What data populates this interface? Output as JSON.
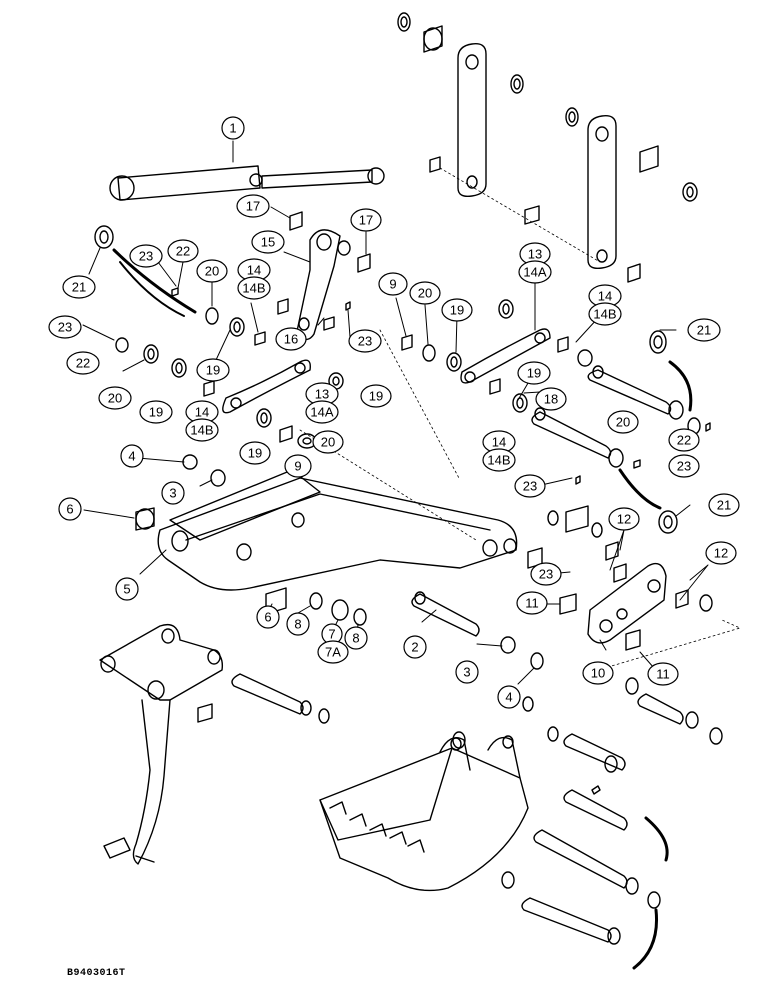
{
  "figure": {
    "code": "B9403016T"
  },
  "callouts": {
    "c1": "1",
    "c17a": "17",
    "c17b": "17",
    "c15": "15",
    "c13a": "13",
    "c14Aa": "14A",
    "c21a": "21",
    "c23a": "23",
    "c22a": "22",
    "c20a": "20",
    "c14a": "14",
    "c14Ba": "14B",
    "c9a": "9",
    "c20b": "20",
    "c19a": "19",
    "c14b": "14",
    "c14Bb": "14B",
    "c21b": "21",
    "c23b": "23",
    "c22b": "22",
    "c16": "16",
    "c23c": "23",
    "c20c": "20",
    "c19b": "19",
    "c19c": "19",
    "c14c": "14",
    "c14Bc": "14B",
    "c13b": "13",
    "c14Ab": "14A",
    "c19d": "19",
    "c19e": "19",
    "c18": "18",
    "c20d": "20",
    "c22c": "22",
    "c23d": "23",
    "c14d": "14",
    "c14Bd": "14B",
    "c4a": "4",
    "c19f": "19",
    "c9b": "9",
    "c20e": "20",
    "c3a": "3",
    "c6a": "6",
    "c23e": "23",
    "c21c": "21",
    "c12a": "12",
    "c5": "5",
    "c23f": "23",
    "c12b": "12",
    "c11a": "11",
    "c6b": "6",
    "c8a": "8",
    "c7": "7",
    "c7A": "7A",
    "c8b": "8",
    "c2": "2",
    "c3b": "3",
    "c10": "10",
    "c11b": "11",
    "c4b": "4"
  }
}
